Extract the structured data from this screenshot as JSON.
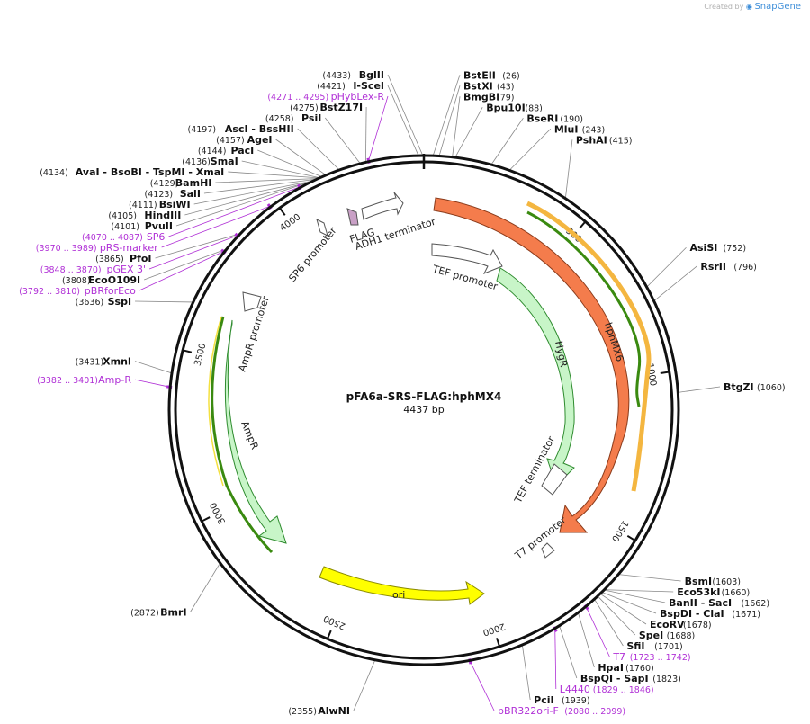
{
  "credit": {
    "text": "Created by",
    "brand": "SnapGene"
  },
  "map": {
    "name": "pFA6a-SRS-FLAG:hphMX4",
    "length_label": "4437 bp",
    "total_bp": 4437
  },
  "ticks": [
    {
      "label": "500",
      "bp": 500
    },
    {
      "label": "1000",
      "bp": 1000
    },
    {
      "label": "1500",
      "bp": 1500
    },
    {
      "label": "2000",
      "bp": 2000
    },
    {
      "label": "2500",
      "bp": 2500
    },
    {
      "label": "3000",
      "bp": 3000
    },
    {
      "label": "3500",
      "bp": 3500
    },
    {
      "label": "4000",
      "bp": 4000
    }
  ],
  "sites": [
    {
      "name": "BglII",
      "pos": "(4433)",
      "bp": 4433
    },
    {
      "name": "I-SceI",
      "pos": "(4421)",
      "bp": 4421
    },
    {
      "name": "PsiI",
      "pos": "(4258)",
      "bp": 4258
    },
    {
      "name": "BstZ17I",
      "pos": "(4275)",
      "bp": 4275
    },
    {
      "name": "AscI - BssHII",
      "pos": "(4197)",
      "bp": 4197
    },
    {
      "name": "AgeI",
      "pos": "(4157)",
      "bp": 4157
    },
    {
      "name": "PacI",
      "pos": "(4144)",
      "bp": 4144
    },
    {
      "name": "SmaI",
      "pos": "(4136)",
      "bp": 4136
    },
    {
      "name": "AvaI - BsoBI - TspMI - XmaI",
      "pos": "(4134)",
      "bp": 4134
    },
    {
      "name": "BamHI",
      "pos": "(4129)",
      "bp": 4129
    },
    {
      "name": "SalI",
      "pos": "(4123)",
      "bp": 4123
    },
    {
      "name": "BsiWI",
      "pos": "(4111)",
      "bp": 4111
    },
    {
      "name": "HindIII",
      "pos": "(4105)",
      "bp": 4105
    },
    {
      "name": "PvuII",
      "pos": "(4101)",
      "bp": 4101
    },
    {
      "name": "PfoI",
      "pos": "(3865)",
      "bp": 3865
    },
    {
      "name": "EcoO109I",
      "pos": "(3808)",
      "bp": 3808
    },
    {
      "name": "SspI",
      "pos": "(3636)",
      "bp": 3636
    },
    {
      "name": "XmnI",
      "pos": "(3431)",
      "bp": 3431
    },
    {
      "name": "BmrI",
      "pos": "(2872)",
      "bp": 2872
    },
    {
      "name": "AlwNI",
      "pos": "(2355)",
      "bp": 2355
    },
    {
      "name": "PciI",
      "pos": "(1939)",
      "bp": 1939
    },
    {
      "name": "BspQI - SapI",
      "pos": "(1823)",
      "bp": 1823
    },
    {
      "name": "HpaI",
      "pos": "(1760)",
      "bp": 1760
    },
    {
      "name": "SfiI",
      "pos": "(1701)",
      "bp": 1701
    },
    {
      "name": "SpeI",
      "pos": "(1688)",
      "bp": 1688
    },
    {
      "name": "EcoRV",
      "pos": "(1678)",
      "bp": 1678
    },
    {
      "name": "BspDI - ClaI",
      "pos": "(1671)",
      "bp": 1671
    },
    {
      "name": "BanII - SacI",
      "pos": "(1662)",
      "bp": 1662
    },
    {
      "name": "Eco53kI",
      "pos": "(1660)",
      "bp": 1660
    },
    {
      "name": "BsmI",
      "pos": "(1603)",
      "bp": 1603
    },
    {
      "name": "BtgZI",
      "pos": "(1060)",
      "bp": 1060
    },
    {
      "name": "RsrII",
      "pos": "(796)",
      "bp": 796
    },
    {
      "name": "AsiSI",
      "pos": "(752)",
      "bp": 752
    },
    {
      "name": "PshAI",
      "pos": "(415)",
      "bp": 415
    },
    {
      "name": "MluI",
      "pos": "(243)",
      "bp": 243
    },
    {
      "name": "BseRI",
      "pos": "(190)",
      "bp": 190
    },
    {
      "name": "Bpu10I",
      "pos": "(88)",
      "bp": 88
    },
    {
      "name": "BmgBI",
      "pos": "(79)",
      "bp": 79
    },
    {
      "name": "BstXI",
      "pos": "(43)",
      "bp": 43
    },
    {
      "name": "BstEII",
      "pos": "(26)",
      "bp": 26
    }
  ],
  "primers": [
    {
      "name": "pHybLex-R",
      "pos": "(4271 .. 4295)",
      "bp": 4283
    },
    {
      "name": "SP6",
      "pos": "(4070 .. 4087)",
      "bp": 4078
    },
    {
      "name": "pRS-marker",
      "pos": "(3970 .. 3989)",
      "bp": 3980
    },
    {
      "name": "pGEX 3'",
      "pos": "(3848 .. 3870)",
      "bp": 3859
    },
    {
      "name": "pBRforEco",
      "pos": "(3792 .. 3810)",
      "bp": 3801
    },
    {
      "name": "Amp-R",
      "pos": "(3382 .. 3401)",
      "bp": 3392
    },
    {
      "name": "pBR322ori-F",
      "pos": "(2080 .. 2099)",
      "bp": 2090
    },
    {
      "name": "L4440",
      "pos": "(1829 .. 1846)",
      "bp": 1838
    },
    {
      "name": "T7",
      "pos": "(1723 .. 1742)",
      "bp": 1732
    }
  ],
  "features": [
    {
      "name": "hphMX6",
      "color": "#f47c4c"
    },
    {
      "name": "HygR",
      "color": "#c8f5c8"
    },
    {
      "name": "TEF promoter",
      "color": "#ffffff"
    },
    {
      "name": "TEF terminator",
      "color": "#ffffff"
    },
    {
      "name": "T7 promoter",
      "color": "#ffffff"
    },
    {
      "name": "ori",
      "color": "#ffff00"
    },
    {
      "name": "AmpR",
      "color": "#c8f5c8"
    },
    {
      "name": "AmpR promoter",
      "color": "#ffffff"
    },
    {
      "name": "SP6 promoter",
      "color": "#ffffff"
    },
    {
      "name": "FLAG",
      "color": "#c9a0c6"
    },
    {
      "name": "ADH1 terminator",
      "color": "#ffffff"
    }
  ]
}
